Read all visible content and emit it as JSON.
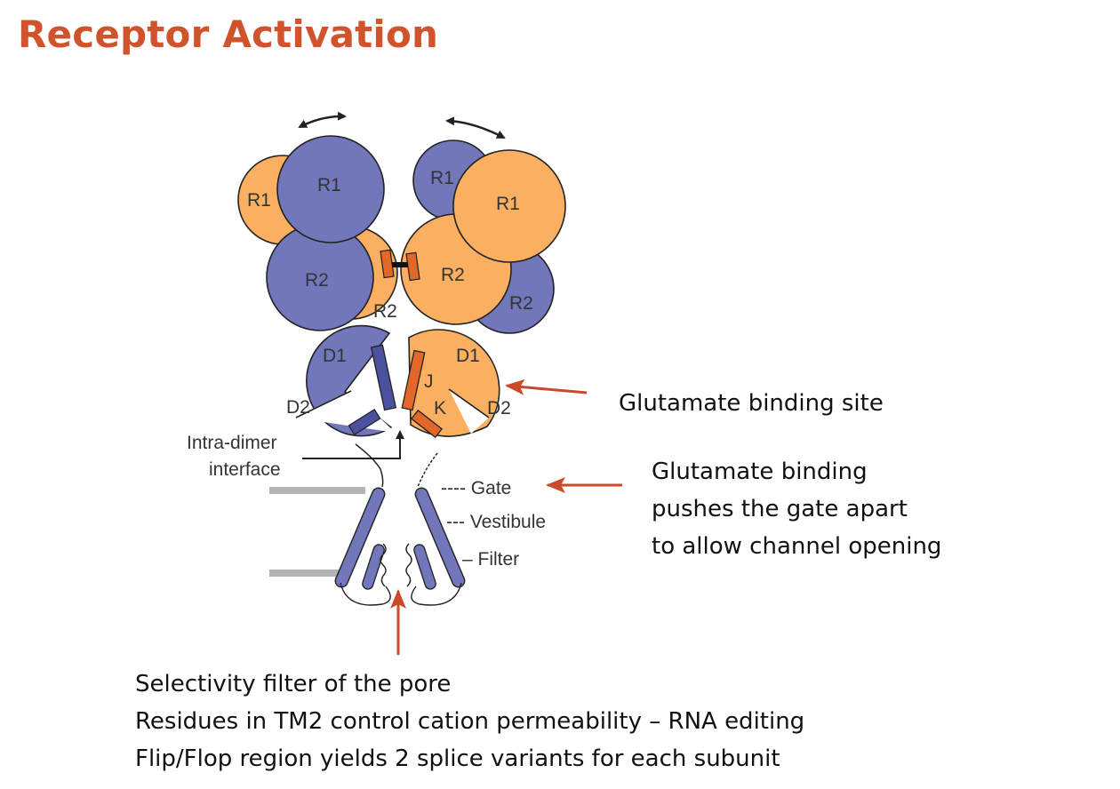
{
  "title": "Receptor Activation",
  "colors": {
    "title": "#d0532b",
    "blue_subunit": "#7277bb",
    "orange_subunit": "#fbb061",
    "helix": "#e3672a",
    "arrow": "#c84a2a",
    "membrane": "#b3b3b3"
  },
  "diagram": {
    "domain_labels": {
      "left_back_r1": "R1",
      "left_front_r1": "R1",
      "left_front_r2": "R2",
      "left_back_r2": "R2",
      "right_back_r1": "R1",
      "right_front_r1": "R1",
      "right_front_r2": "R2",
      "right_back_r2": "R2",
      "left_d1": "D1",
      "left_d2": "D2",
      "right_d1": "D1",
      "right_d2": "D2",
      "helix_j": "J",
      "helix_k": "K"
    },
    "interface_label": [
      "Intra-dimer",
      "interface"
    ],
    "pore_labels": {
      "gate": "---- Gate",
      "vestibule": "--- Vestibule",
      "filter": "– Filter"
    }
  },
  "annotations": {
    "binding_site": "Glutamate binding site",
    "gate_opening": [
      "Glutamate binding",
      "pushes the gate apart",
      "to allow channel opening"
    ],
    "filter_notes": [
      "Selectivity filter of the pore",
      "Residues in TM2 control cation permeability – RNA editing",
      "Flip/Flop region yields 2 splice variants for each subunit"
    ]
  }
}
